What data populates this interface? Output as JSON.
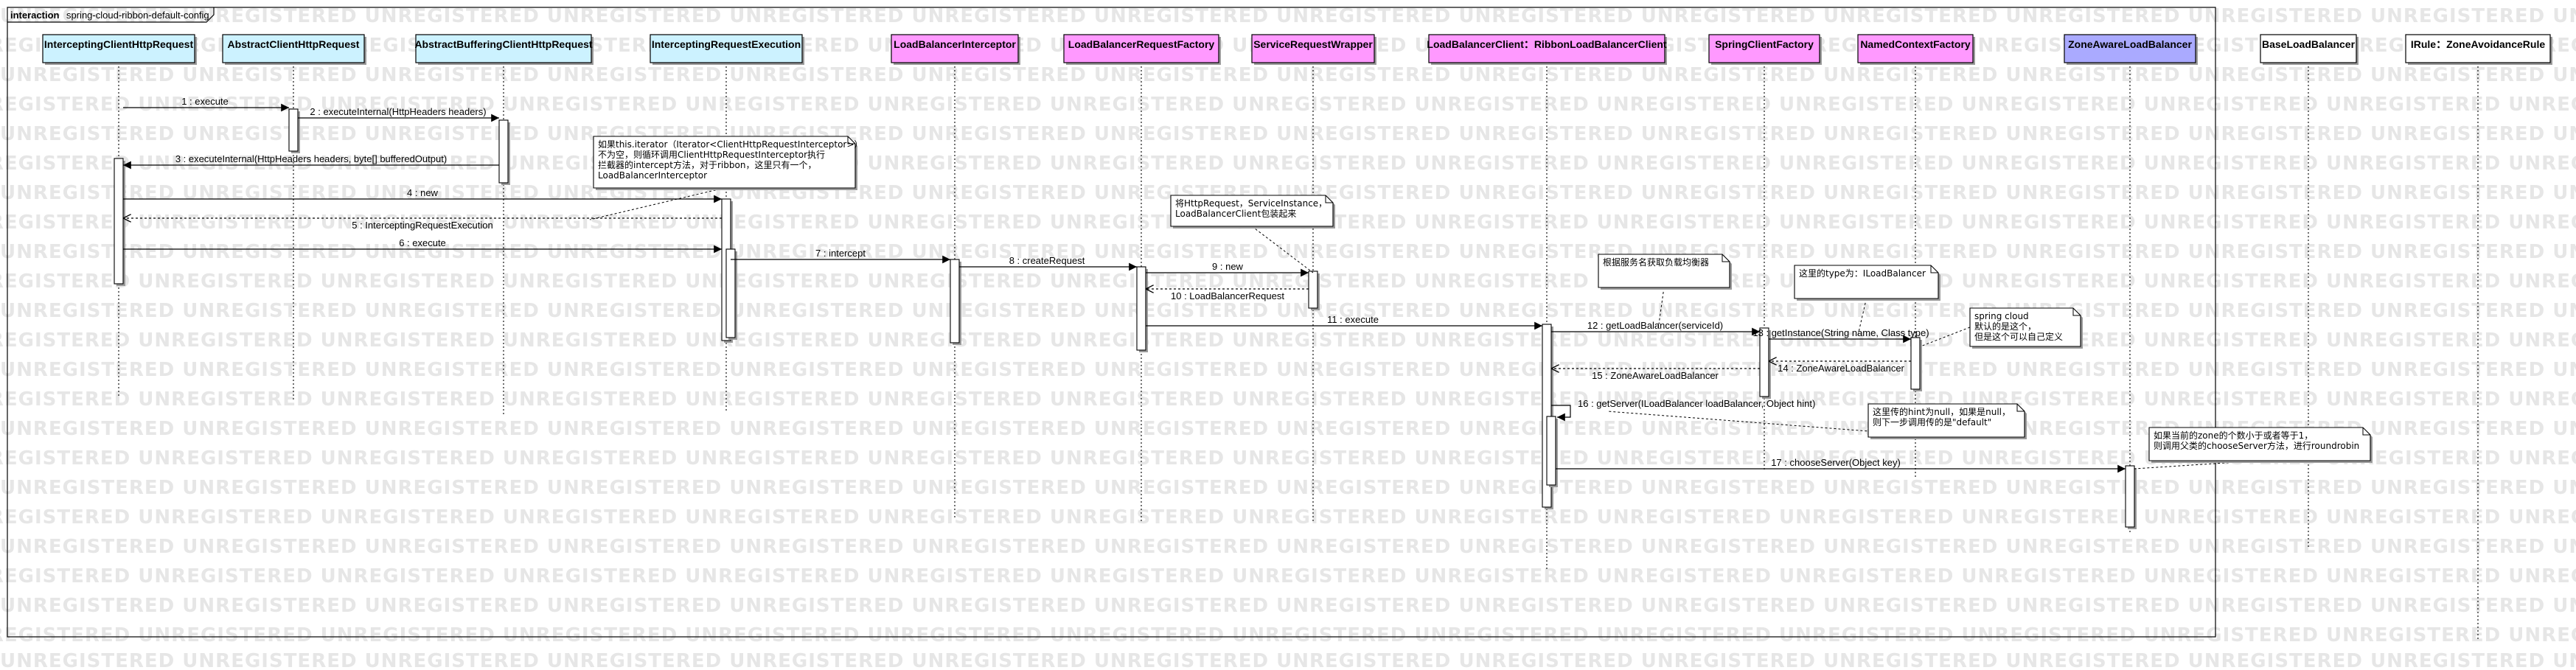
{
  "frame": {
    "keyword": "interaction",
    "name": "spring-cloud-ribbon-default-config"
  },
  "watermark": "UNREGISTERED",
  "lifelines": [
    {
      "id": "icr",
      "label": "InterceptingClientHttpRequest",
      "color": "#ccf2ff"
    },
    {
      "id": "acr",
      "label": "AbstractClientHttpRequest",
      "color": "#ccf2ff"
    },
    {
      "id": "abcr",
      "label": "AbstractBufferingClientHttpRequest",
      "color": "#ccf2ff"
    },
    {
      "id": "ire",
      "label": "InterceptingRequestExecution",
      "color": "#ccf2ff"
    },
    {
      "id": "lbi",
      "label": "LoadBalancerInterceptor",
      "color": "#ff99ff"
    },
    {
      "id": "lbrf",
      "label": "LoadBalancerRequestFactory",
      "color": "#ff99ff"
    },
    {
      "id": "srw",
      "label": "ServiceRequestWrapper",
      "color": "#ff99ff"
    },
    {
      "id": "lbc",
      "label": "LoadBalancerClient：RibbonLoadBalancerClient",
      "color": "#ff99ff"
    },
    {
      "id": "scf",
      "label": "SpringClientFactory",
      "color": "#ff99ff"
    },
    {
      "id": "ncf",
      "label": "NamedContextFactory",
      "color": "#ff99ff"
    },
    {
      "id": "zalb",
      "label": "ZoneAwareLoadBalancer",
      "color": "#aaaaff"
    },
    {
      "id": "blb",
      "label": "BaseLoadBalancer",
      "color": "#ffffff"
    },
    {
      "id": "irule",
      "label": "IRule：ZoneAvoidanceRule",
      "color": "#ffffff"
    }
  ],
  "messages": [
    {
      "label": "1 : execute"
    },
    {
      "label": "2 : executeInternal(HttpHeaders headers)"
    },
    {
      "label": "3 : executeInternal(HttpHeaders headers, byte[] bufferedOutput)"
    },
    {
      "label": "4 : new"
    },
    {
      "label": "5 : InterceptingRequestExecution"
    },
    {
      "label": "6 : execute"
    },
    {
      "label": "7 : intercept"
    },
    {
      "label": "8 : createRequest"
    },
    {
      "label": "9 : new"
    },
    {
      "label": "10 : LoadBalancerRequest"
    },
    {
      "label": "11 : execute"
    },
    {
      "label": "12 : getLoadBalancer(serviceId)"
    },
    {
      "label": "13 : getInstance(String name, Class type)"
    },
    {
      "label": "14 : ZoneAwareLoadBalancer"
    },
    {
      "label": "15 : ZoneAwareLoadBalancer"
    },
    {
      "label": "16 : getServer(ILoadBalancer loadBalancer, Object hint)"
    },
    {
      "label": "17 : chooseServer(Object key)"
    }
  ],
  "notes": [
    {
      "lines": [
        "如果this.iterator（Iterator<ClientHttpRequestInterceptor>）",
        "不为空，则循环调用ClientHttpRequestInterceptor执行",
        "拦截器的intercept方法，对于ribbon，这里只有一个，",
        "LoadBalancerInterceptor"
      ]
    },
    {
      "lines": [
        "将HttpRequest，ServiceInstance，",
        "LoadBalancerClient包装起来"
      ]
    },
    {
      "lines": [
        "根据服务名获取负载均衡器"
      ]
    },
    {
      "lines": [
        "这里的type为：ILoadBalancer"
      ]
    },
    {
      "lines": [
        "spring cloud",
        "默认的是这个，",
        "但是这个可以自己定义"
      ]
    },
    {
      "lines": [
        "这里传的hint为null，如果是null，",
        "则下一步调用传的是\"default\""
      ]
    },
    {
      "lines": [
        "如果当前的zone的个数小于或者等于1，",
        "则调用父类的chooseServer方法，进行roundrobin"
      ]
    }
  ]
}
